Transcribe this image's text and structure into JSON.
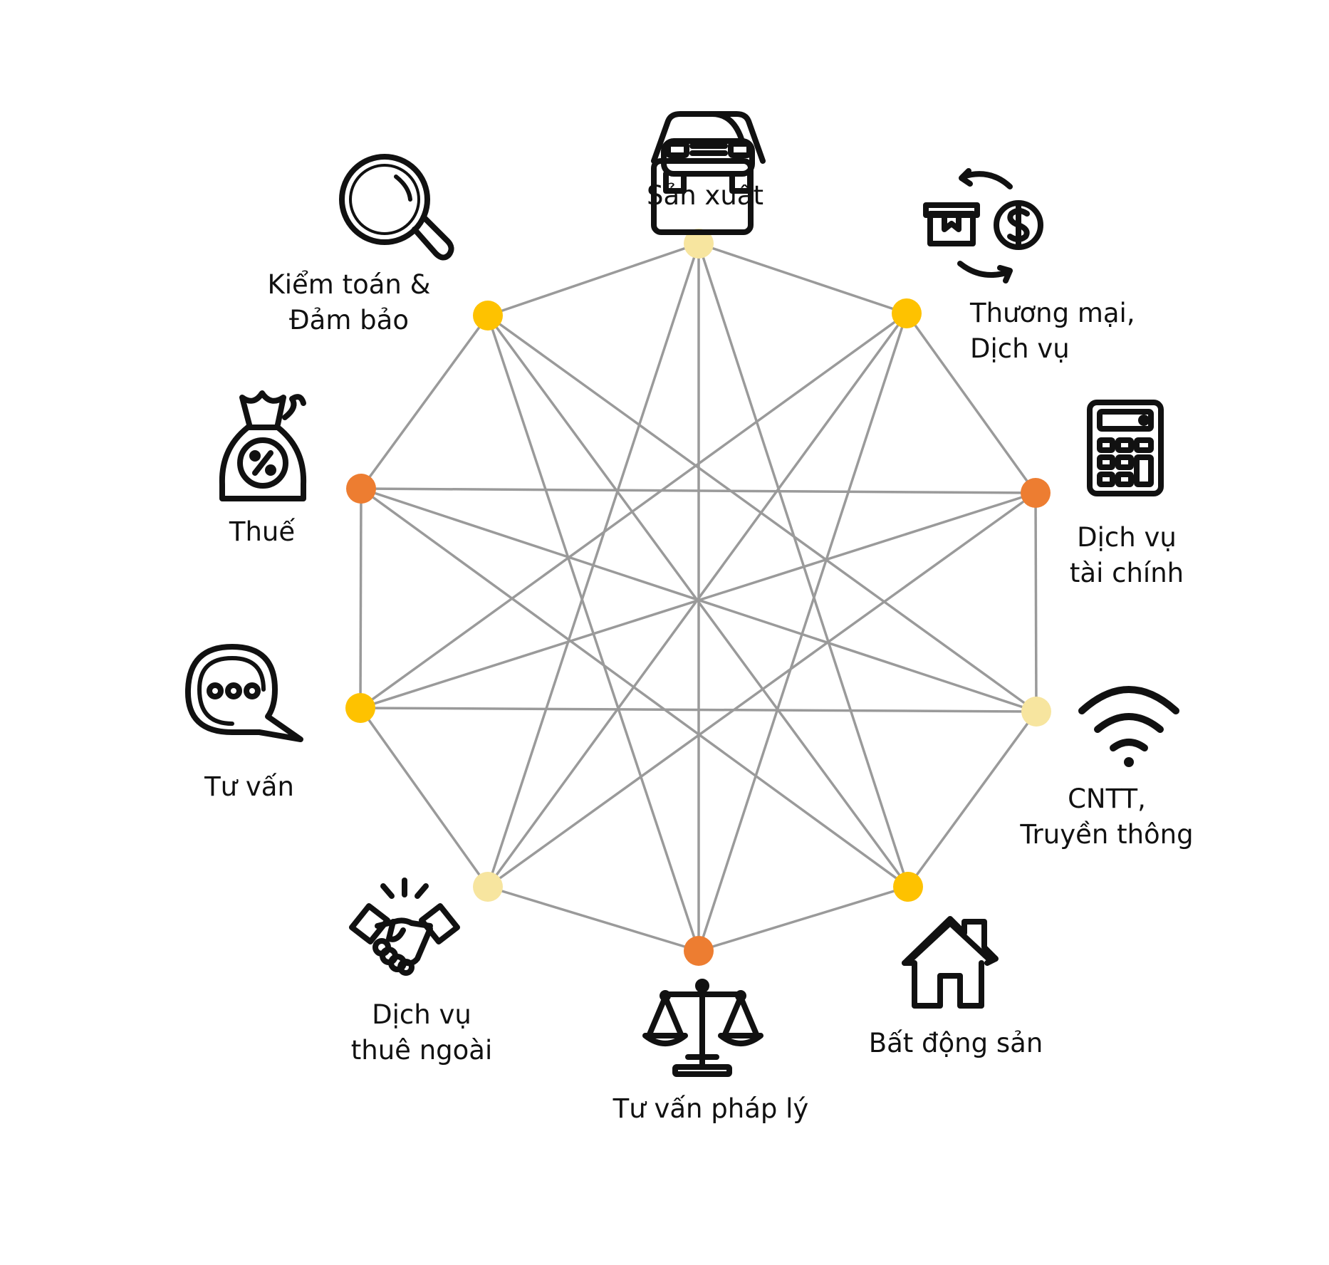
{
  "palette": {
    "line": "#9a9a9a",
    "node_pale": "#f7e59f",
    "node_yellow": "#fec200",
    "node_orange": "#ed7d31",
    "icon": "#111111"
  },
  "nodes": [
    {
      "id": "san-xuat",
      "color": "node_pale",
      "icon": "car-icon",
      "label": [
        "Sản xuất"
      ]
    },
    {
      "id": "thuong-mai",
      "color": "node_yellow",
      "icon": "trade-exchange-icon",
      "label": [
        "Thương mại,",
        "Dịch vụ"
      ]
    },
    {
      "id": "dich-vu-tai-chinh",
      "color": "node_orange",
      "icon": "calculator-icon",
      "label": [
        "Dịch vụ",
        "tài chính"
      ]
    },
    {
      "id": "cntt",
      "color": "node_pale",
      "icon": "wifi-icon",
      "label": [
        "CNTT,",
        "Truyền thông"
      ]
    },
    {
      "id": "bat-dong-san",
      "color": "node_yellow",
      "icon": "house-icon",
      "label": [
        "Bất động sản"
      ]
    },
    {
      "id": "tu-van-phap-ly",
      "color": "node_orange",
      "icon": "scales-icon",
      "label": [
        "Tư vấn pháp lý"
      ]
    },
    {
      "id": "thue-ngoai",
      "color": "node_pale",
      "icon": "handshake-icon",
      "label": [
        "Dịch vụ",
        "thuê ngoài"
      ]
    },
    {
      "id": "tu-van",
      "color": "node_yellow",
      "icon": "chat-bubble-icon",
      "label": [
        "Tư vấn"
      ]
    },
    {
      "id": "thue",
      "color": "node_orange",
      "icon": "money-bag-percent-icon",
      "label": [
        "Thuế"
      ]
    },
    {
      "id": "kiem-toan",
      "color": "node_yellow",
      "icon": "magnifier-icon",
      "label": [
        "Kiểm toán &",
        "Đảm bảo"
      ]
    }
  ],
  "edges": [
    [
      0,
      1
    ],
    [
      1,
      2
    ],
    [
      2,
      3
    ],
    [
      3,
      4
    ],
    [
      4,
      5
    ],
    [
      5,
      6
    ],
    [
      6,
      7
    ],
    [
      7,
      8
    ],
    [
      8,
      9
    ],
    [
      9,
      0
    ],
    [
      0,
      5
    ],
    [
      1,
      6
    ],
    [
      2,
      7
    ],
    [
      3,
      8
    ],
    [
      4,
      9
    ],
    [
      0,
      4
    ],
    [
      0,
      6
    ],
    [
      1,
      5
    ],
    [
      1,
      7
    ],
    [
      2,
      6
    ],
    [
      2,
      8
    ],
    [
      3,
      7
    ],
    [
      3,
      9
    ],
    [
      4,
      8
    ],
    [
      5,
      9
    ]
  ]
}
